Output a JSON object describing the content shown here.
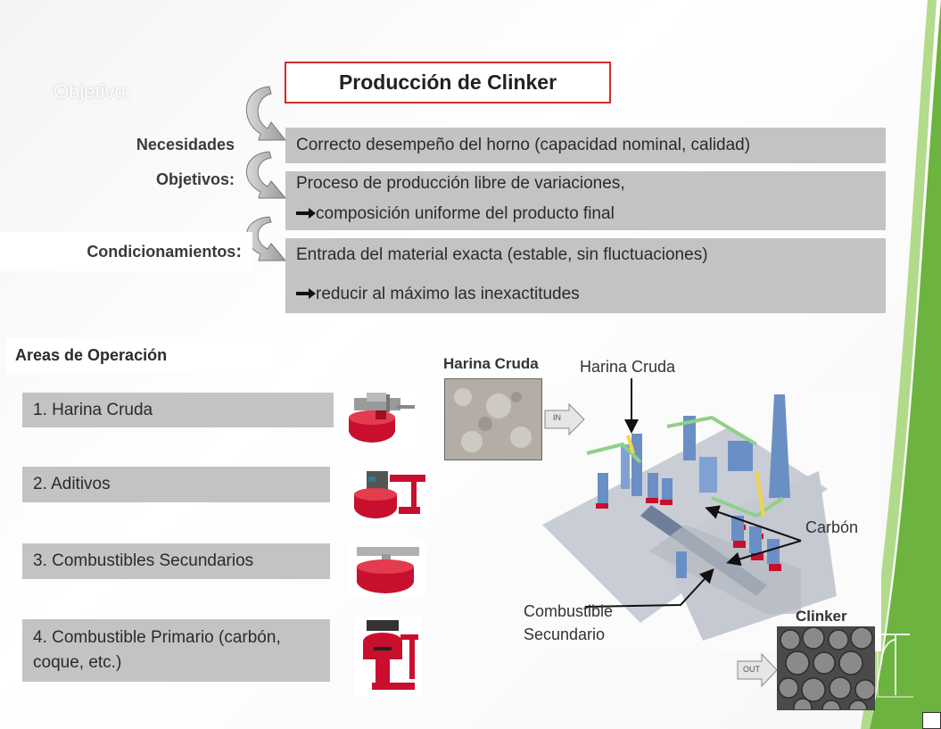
{
  "header": {
    "objective_label": "Objetivo:",
    "main_title": "Producción de Clinker"
  },
  "rows": {
    "necesidades": {
      "label": "Necesidades",
      "text": "Correcto desempeño del horno (capacidad nominal, calidad)"
    },
    "objetivos": {
      "label": "Objetivos:",
      "line1": "Proceso de producción libre de variaciones,",
      "line2": "composición uniforme del producto final"
    },
    "condicionamientos": {
      "label": "Condicionamientos",
      "colon": ":",
      "line1": "Entrada del material exacta (estable, sin fluctuaciones)",
      "line2": "reducir al máximo las inexactitudes"
    }
  },
  "areas": {
    "title": "Areas de Operación",
    "items": [
      {
        "label": "1. Harina Cruda"
      },
      {
        "label": "2. Aditivos"
      },
      {
        "label": "3. Combustibles Secundarios"
      },
      {
        "label": "4. Combustible Primario (carbón, coque, etc.)"
      }
    ]
  },
  "diagram": {
    "raw_meal_photo_label": "Harina Cruda",
    "raw_meal_pointer_label": "Harina Cruda",
    "in_label": "IN",
    "out_label": "OUT",
    "carbon_label": "Carbón",
    "secondary_fuel_label_1": "Combustible",
    "secondary_fuel_label_2": "Secundario",
    "clinker_label": "Clinker"
  },
  "colors": {
    "accent_green": "#6db33f",
    "title_border_red": "#d42b2b",
    "box_grey": "#c3c3c3",
    "equipment_red": "#c8102e"
  }
}
